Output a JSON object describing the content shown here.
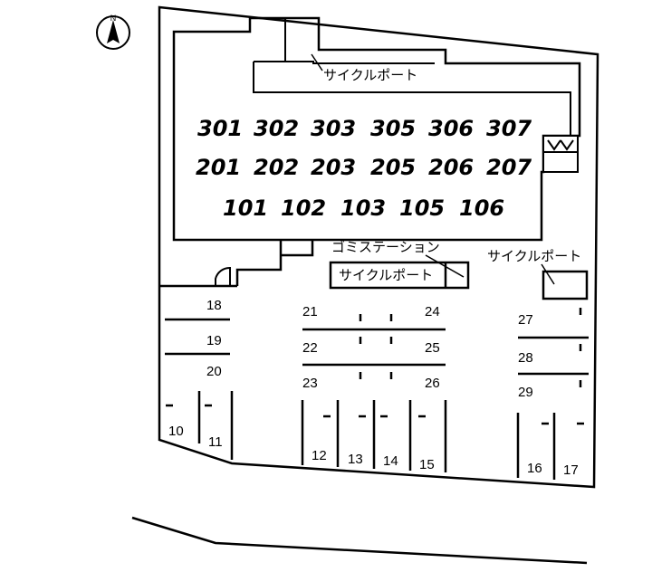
{
  "compass": {
    "letter": "N"
  },
  "units": {
    "floor3": [
      "301",
      "302",
      "303",
      "305",
      "306",
      "307"
    ],
    "floor2": [
      "201",
      "202",
      "203",
      "205",
      "206",
      "207"
    ],
    "floor1": [
      "101",
      "102",
      "103",
      "105",
      "106"
    ]
  },
  "labels": {
    "cycle_port_top": "サイクルポート",
    "garbage_station": "ゴミステーション",
    "cycle_port_center": "サイクルポート",
    "cycle_port_right": "サイクルポート"
  },
  "parking": {
    "s18": "18",
    "s19": "19",
    "s20": "20",
    "s21": "21",
    "s22": "22",
    "s23": "23",
    "s24": "24",
    "s25": "25",
    "s26": "26",
    "s27": "27",
    "s28": "28",
    "s29": "29",
    "s10": "10",
    "s11": "11",
    "s12": "12",
    "s13": "13",
    "s14": "14",
    "s15": "15",
    "s16": "16",
    "s17": "17"
  }
}
